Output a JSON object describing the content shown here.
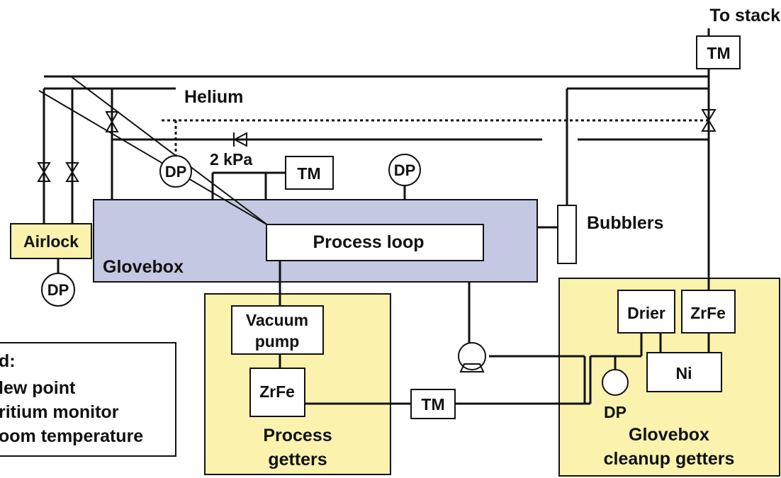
{
  "labels": {
    "to_stack": "To stack",
    "helium": "Helium",
    "pressure": "2 kPa",
    "airlock": "Airlock",
    "glovebox": "Glovebox",
    "process_loop": "Process loop",
    "bubblers": "Bubblers",
    "vacuum_pump_line1": "Vacuum",
    "vacuum_pump_line2": "pump",
    "zrfe": "ZrFe",
    "tm": "TM",
    "dp": "DP",
    "drier": "Drier",
    "ni": "Ni",
    "process_getters_line1": "Process",
    "process_getters_line2": "getters",
    "cleanup_getters_line1": "Glovebox",
    "cleanup_getters_line2": "cleanup getters"
  },
  "legend": {
    "title": "d:",
    "items": [
      "lew point",
      "ritium monitor",
      "oom temperature"
    ]
  },
  "colors": {
    "glovebox_fill": "#c5c8e3",
    "getter_fill": "#fbf2ad",
    "airlock_fill": "#fbf2ad",
    "line": "#111111"
  }
}
